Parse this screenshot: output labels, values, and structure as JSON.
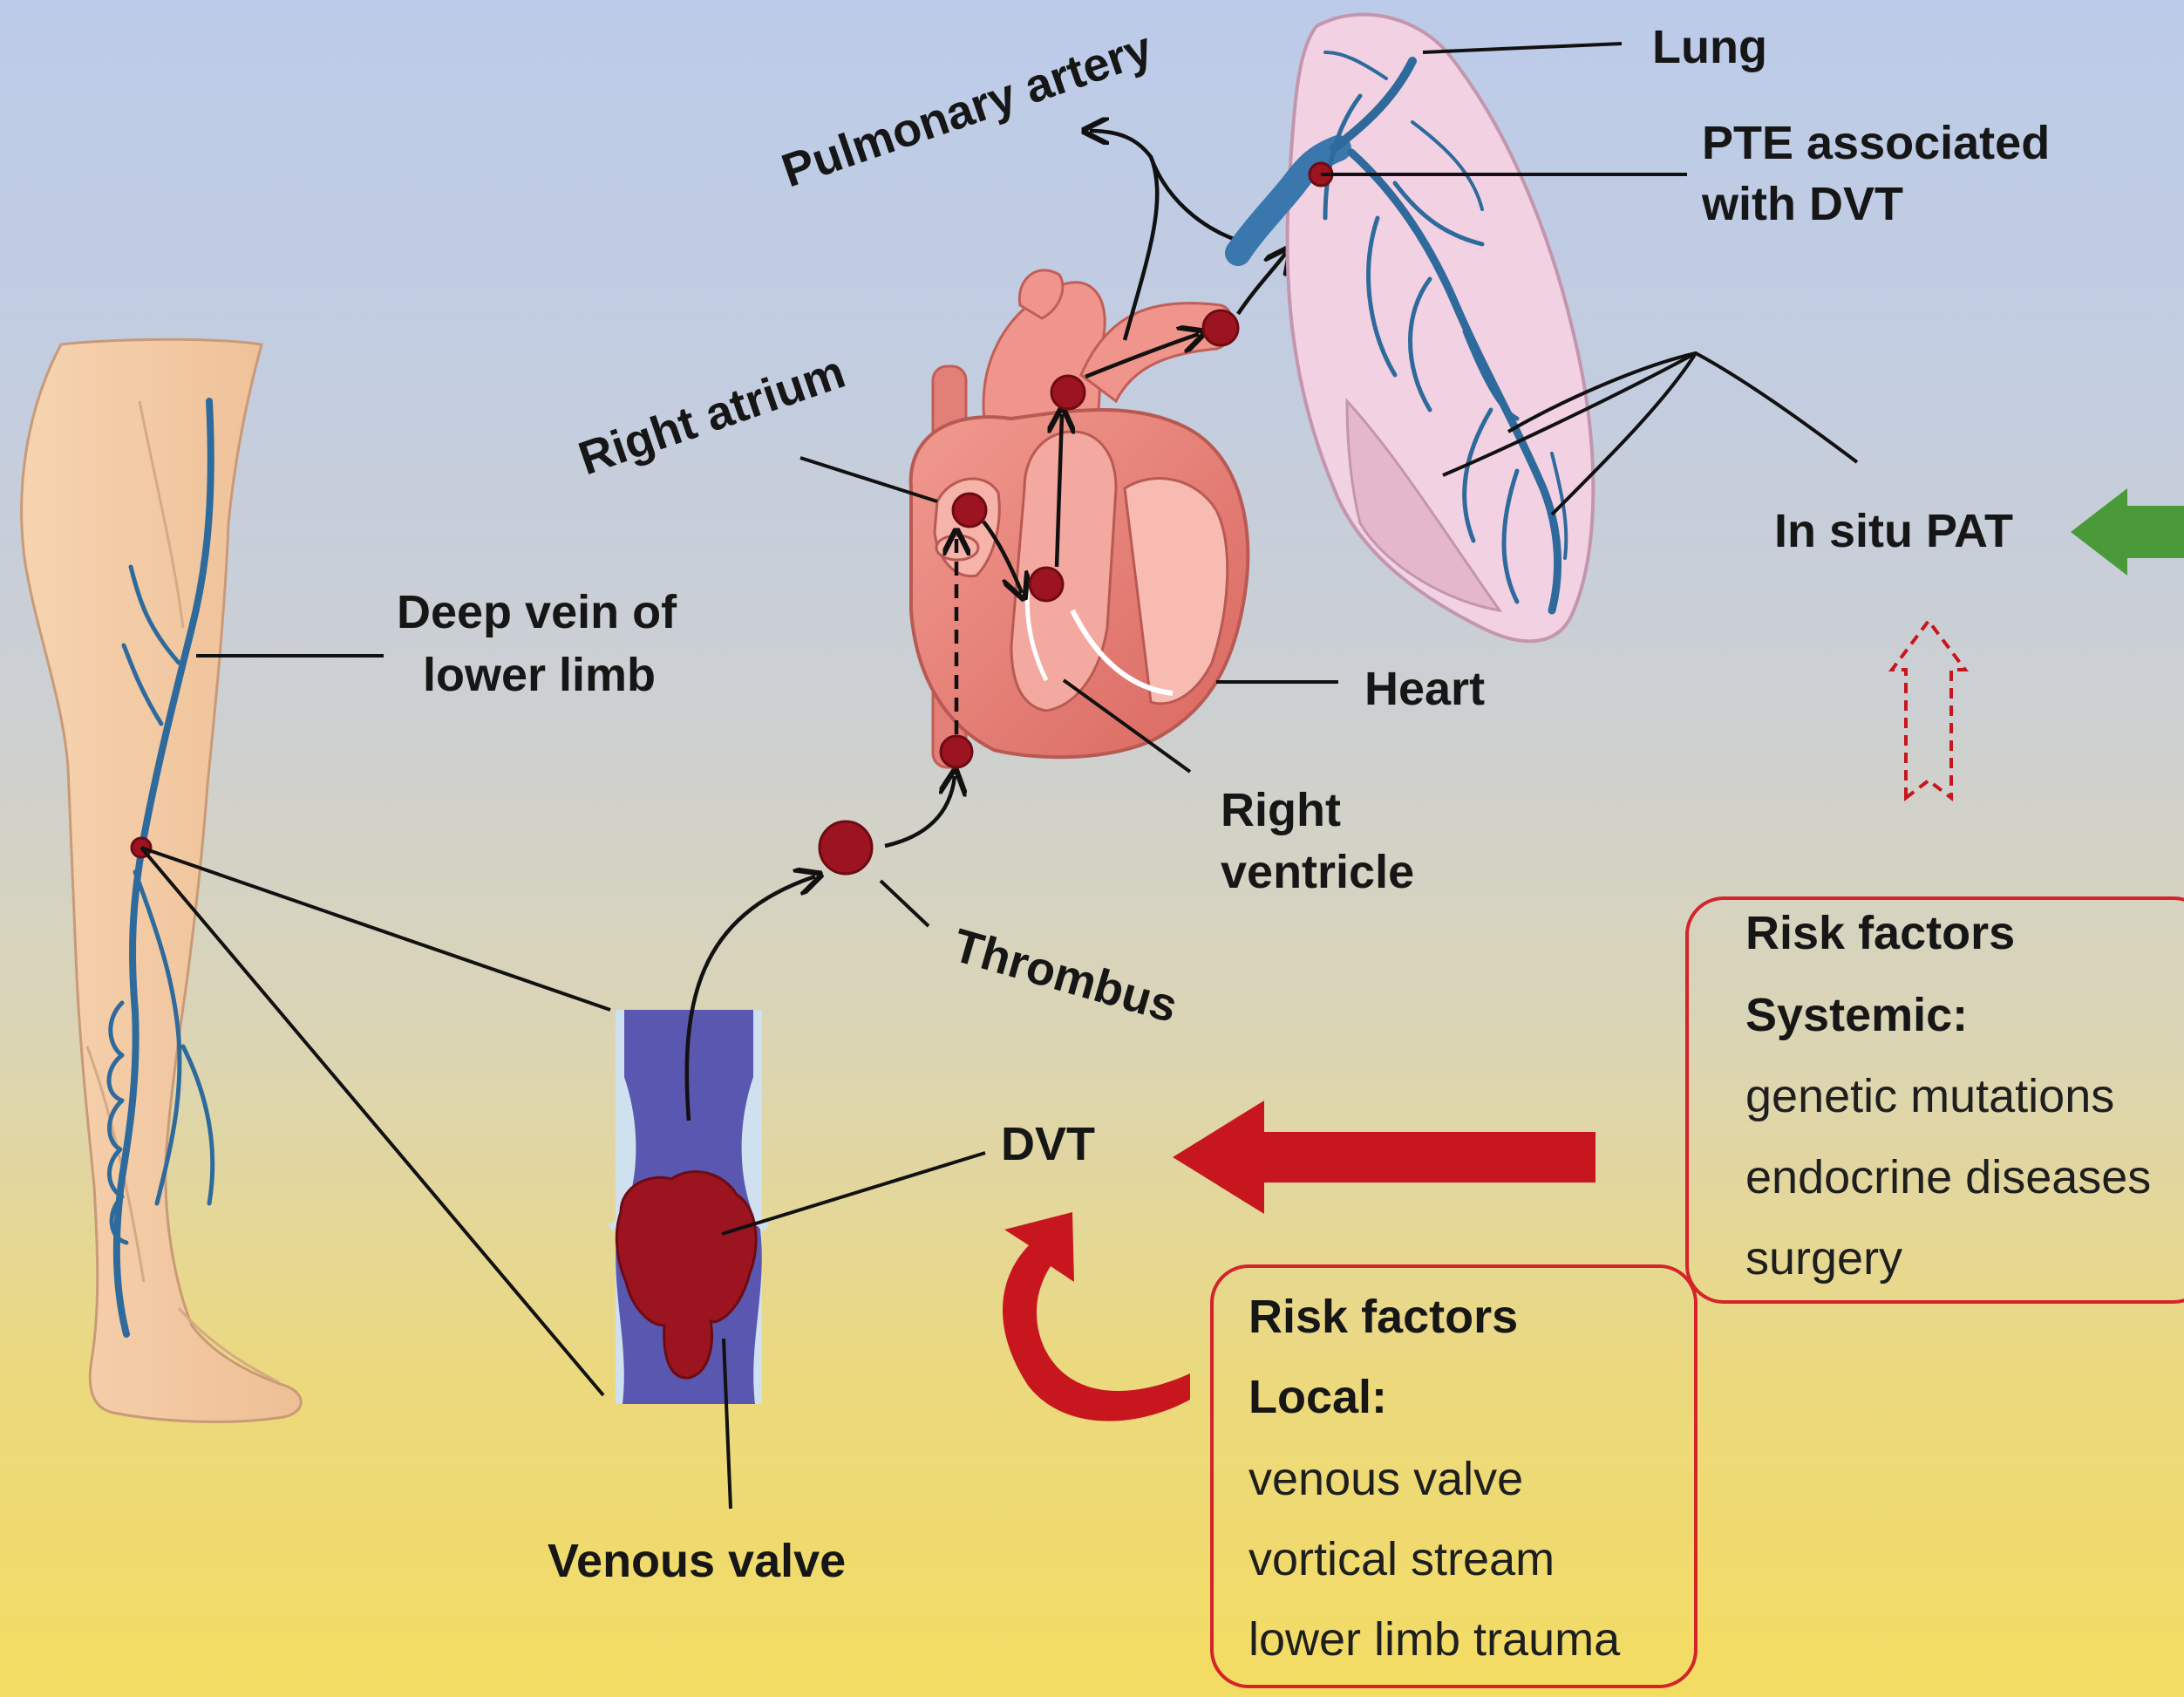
{
  "labels": {
    "lung": "Lung",
    "pulmonary_artery": "Pulmonary artery",
    "pte": [
      "PTE associated",
      "with DVT"
    ],
    "right_atrium": "Right atrium",
    "deep_vein": [
      "Deep vein of",
      "lower limb"
    ],
    "heart": "Heart",
    "right_ventricle": [
      "Right",
      "ventricle"
    ],
    "in_situ_pat": "In situ PAT",
    "thrombus": "Thrombus",
    "dvt": "DVT",
    "venous_valve": "Venous valve"
  },
  "systemic_risk": {
    "title": "Risk factors",
    "subtitle": "Systemic:",
    "items": [
      "genetic mutations",
      "endocrine diseases",
      "surgery"
    ]
  },
  "local_risk": {
    "title": "Risk factors",
    "subtitle": "Local:",
    "items": [
      "venous valve",
      "vortical stream",
      "lower limb trauma"
    ]
  },
  "colors": {
    "background_top": "#bccbe9",
    "background_bottom": "#f3dc62",
    "thrombus": "#9b1420",
    "risk_arrow": "#c8161e",
    "risk_box_border": "#d5232a",
    "pat_arrow": "#4a9a3a",
    "vessel": "#2e6a9c",
    "heart": "#e8867c",
    "lung": "#f1cfe0"
  },
  "icons": [
    "leg-illustration",
    "heart-illustration",
    "lung-illustration",
    "vein-cross-section",
    "thrombus-icon"
  ]
}
